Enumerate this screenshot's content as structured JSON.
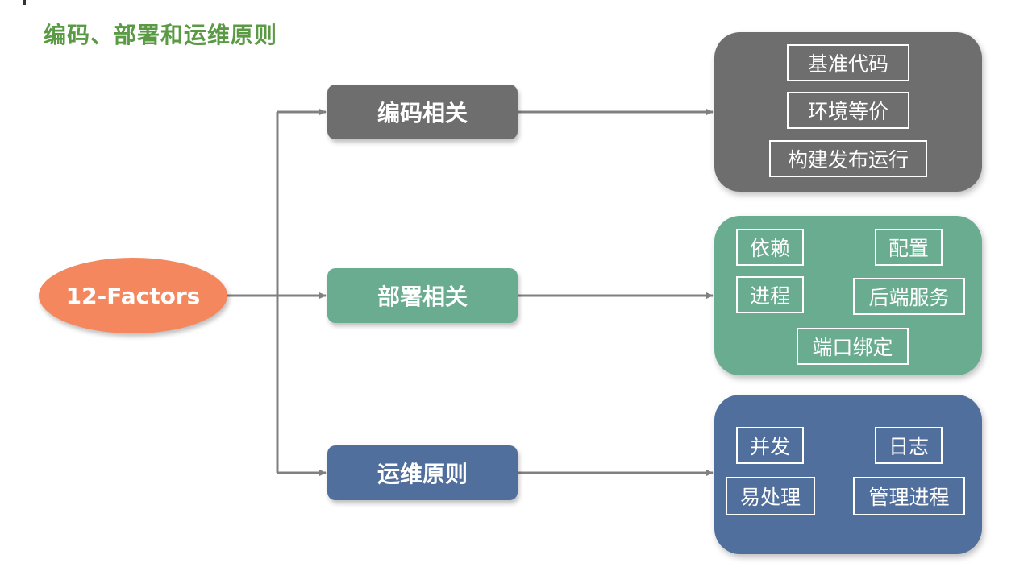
{
  "title": "编码、部署和运维原则",
  "root": {
    "label": "12-Factors"
  },
  "categories": [
    {
      "label": "编码相关",
      "items": [
        "基准代码",
        "环境等价",
        "构建发布运行"
      ]
    },
    {
      "label": "部署相关",
      "items": [
        "依赖",
        "配置",
        "进程",
        "后端服务",
        "端口绑定"
      ]
    },
    {
      "label": "运维原则",
      "items": [
        "并发",
        "日志",
        "易处理",
        "管理进程"
      ]
    }
  ],
  "colors": {
    "title": "#5b9a45",
    "root": "#f4875d",
    "coding": "#6e6e6e",
    "deploy": "#6aac90",
    "ops": "#506f9c",
    "connector": "#808080"
  }
}
